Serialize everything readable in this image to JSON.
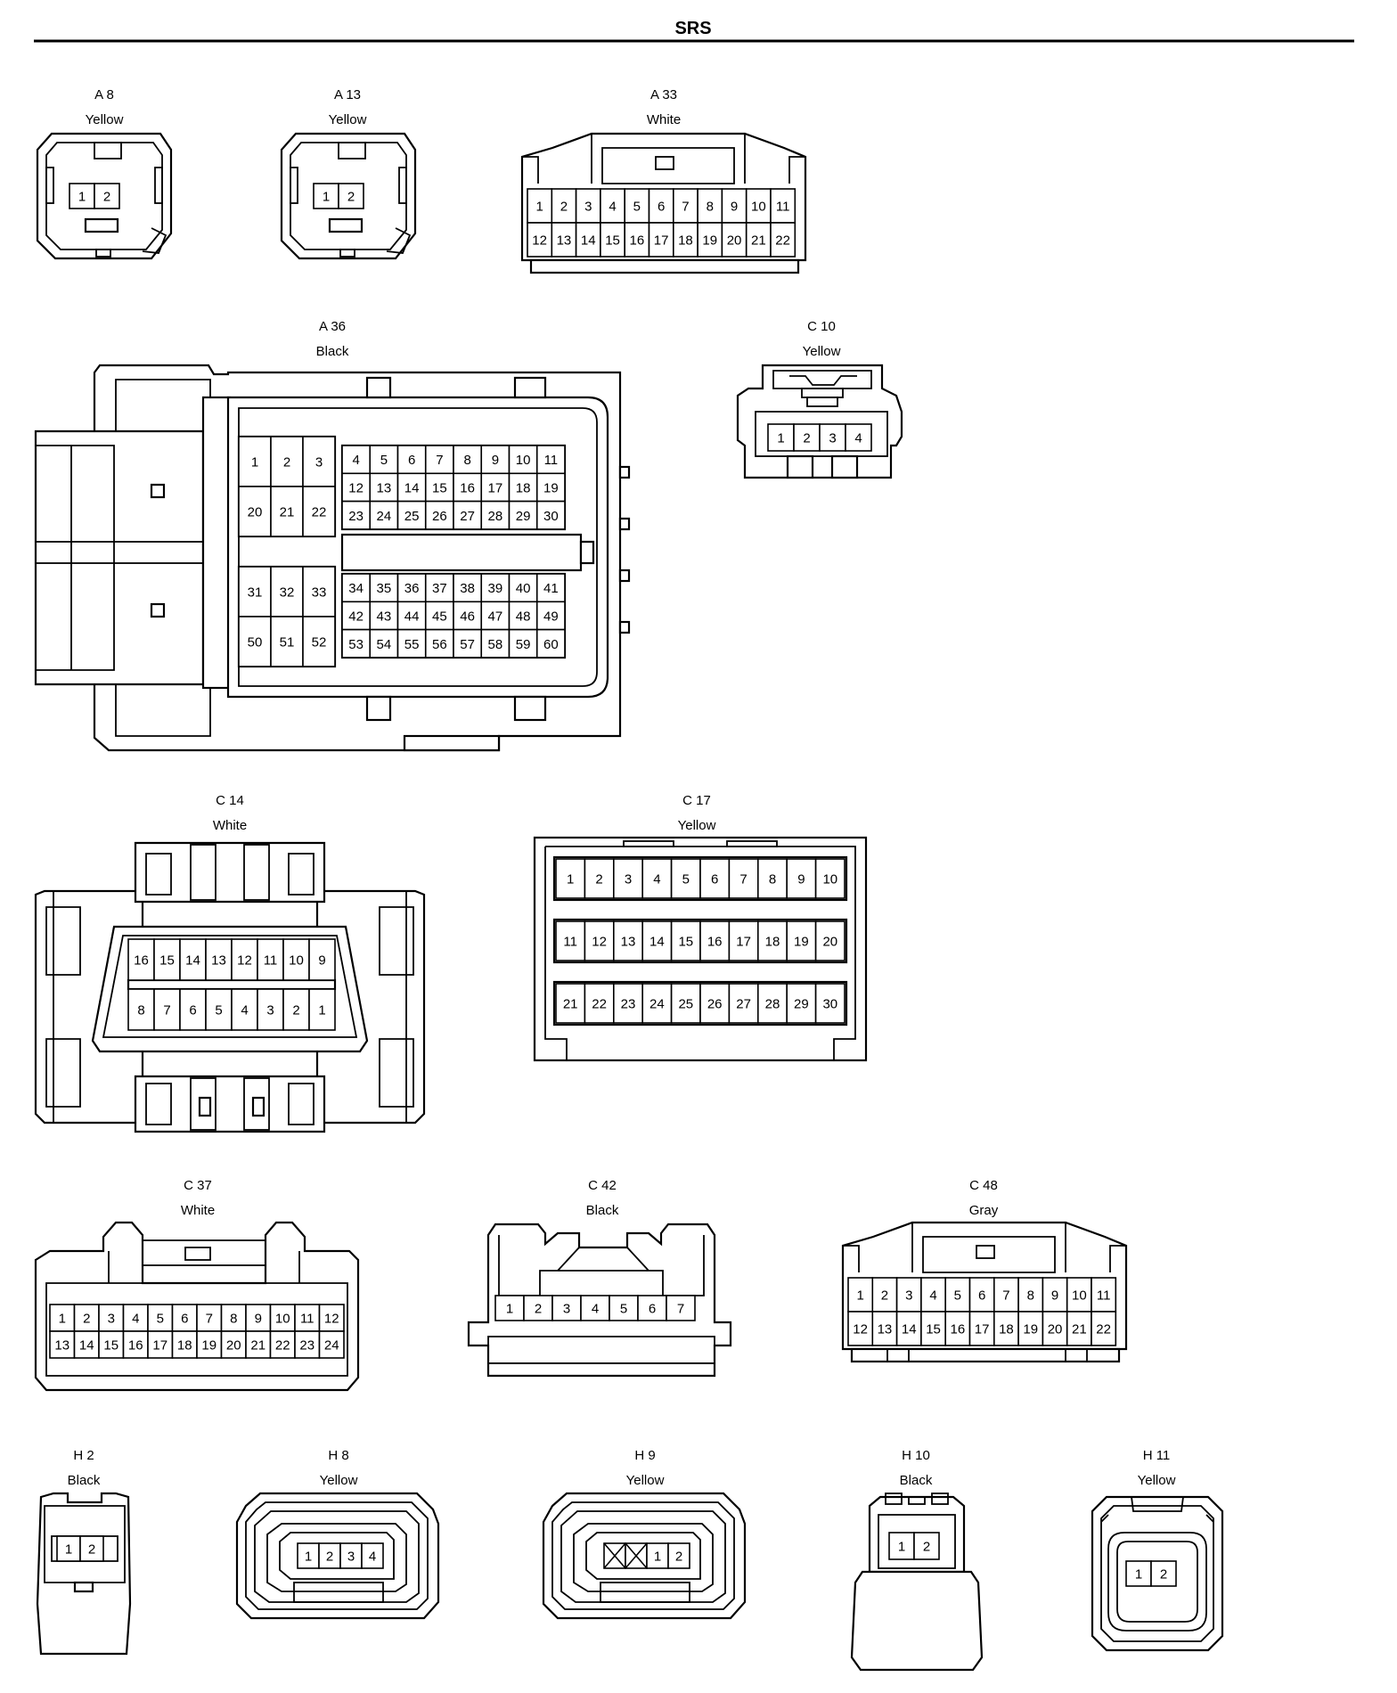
{
  "title": "SRS",
  "connectors": {
    "a8": {
      "id": "A 8",
      "color": "Yellow",
      "pins": [
        "1",
        "2"
      ]
    },
    "a13": {
      "id": "A 13",
      "color": "Yellow",
      "pins": [
        "1",
        "2"
      ]
    },
    "a33": {
      "id": "A 33",
      "color": "White",
      "pins": [
        "1",
        "2",
        "3",
        "4",
        "5",
        "6",
        "7",
        "8",
        "9",
        "10",
        "11",
        "12",
        "13",
        "14",
        "15",
        "16",
        "17",
        "18",
        "19",
        "20",
        "21",
        "22"
      ]
    },
    "a36": {
      "id": "A 36",
      "color": "Black",
      "left_top": [
        "1",
        "2",
        "3",
        "20",
        "21",
        "22"
      ],
      "right_top": [
        "4",
        "5",
        "6",
        "7",
        "8",
        "9",
        "10",
        "11",
        "12",
        "13",
        "14",
        "15",
        "16",
        "17",
        "18",
        "19",
        "23",
        "24",
        "25",
        "26",
        "27",
        "28",
        "29",
        "30"
      ],
      "left_bottom": [
        "31",
        "32",
        "33",
        "50",
        "51",
        "52"
      ],
      "right_bottom": [
        "34",
        "35",
        "36",
        "37",
        "38",
        "39",
        "40",
        "41",
        "42",
        "43",
        "44",
        "45",
        "46",
        "47",
        "48",
        "49",
        "53",
        "54",
        "55",
        "56",
        "57",
        "58",
        "59",
        "60"
      ]
    },
    "c10": {
      "id": "C 10",
      "color": "Yellow",
      "pins": [
        "1",
        "2",
        "3",
        "4"
      ]
    },
    "c14": {
      "id": "C 14",
      "color": "White",
      "row1": [
        "16",
        "15",
        "14",
        "13",
        "12",
        "11",
        "10",
        "9"
      ],
      "row2": [
        "8",
        "7",
        "6",
        "5",
        "4",
        "3",
        "2",
        "1"
      ]
    },
    "c17": {
      "id": "C 17",
      "color": "Yellow",
      "pins": [
        "1",
        "2",
        "3",
        "4",
        "5",
        "6",
        "7",
        "8",
        "9",
        "10",
        "11",
        "12",
        "13",
        "14",
        "15",
        "16",
        "17",
        "18",
        "19",
        "20",
        "21",
        "22",
        "23",
        "24",
        "25",
        "26",
        "27",
        "28",
        "29",
        "30"
      ]
    },
    "c37": {
      "id": "C 37",
      "color": "White",
      "pins": [
        "1",
        "2",
        "3",
        "4",
        "5",
        "6",
        "7",
        "8",
        "9",
        "10",
        "11",
        "12",
        "13",
        "14",
        "15",
        "16",
        "17",
        "18",
        "19",
        "20",
        "21",
        "22",
        "23",
        "24"
      ]
    },
    "c42": {
      "id": "C 42",
      "color": "Black",
      "pins": [
        "1",
        "2",
        "3",
        "4",
        "5",
        "6",
        "7"
      ]
    },
    "c48": {
      "id": "C 48",
      "color": "Gray",
      "pins": [
        "1",
        "2",
        "3",
        "4",
        "5",
        "6",
        "7",
        "8",
        "9",
        "10",
        "11",
        "12",
        "13",
        "14",
        "15",
        "16",
        "17",
        "18",
        "19",
        "20",
        "21",
        "22"
      ]
    },
    "h2": {
      "id": "H 2",
      "color": "Black",
      "pins": [
        "1",
        "2"
      ]
    },
    "h8": {
      "id": "H 8",
      "color": "Yellow",
      "pins": [
        "1",
        "2",
        "3",
        "4"
      ]
    },
    "h9": {
      "id": "H 9",
      "color": "Yellow",
      "pins": [
        "1",
        "2"
      ]
    },
    "h10": {
      "id": "H 10",
      "color": "Black",
      "pins": [
        "1",
        "2"
      ]
    },
    "h11": {
      "id": "H 11",
      "color": "Yellow",
      "pins": [
        "1",
        "2"
      ]
    }
  }
}
